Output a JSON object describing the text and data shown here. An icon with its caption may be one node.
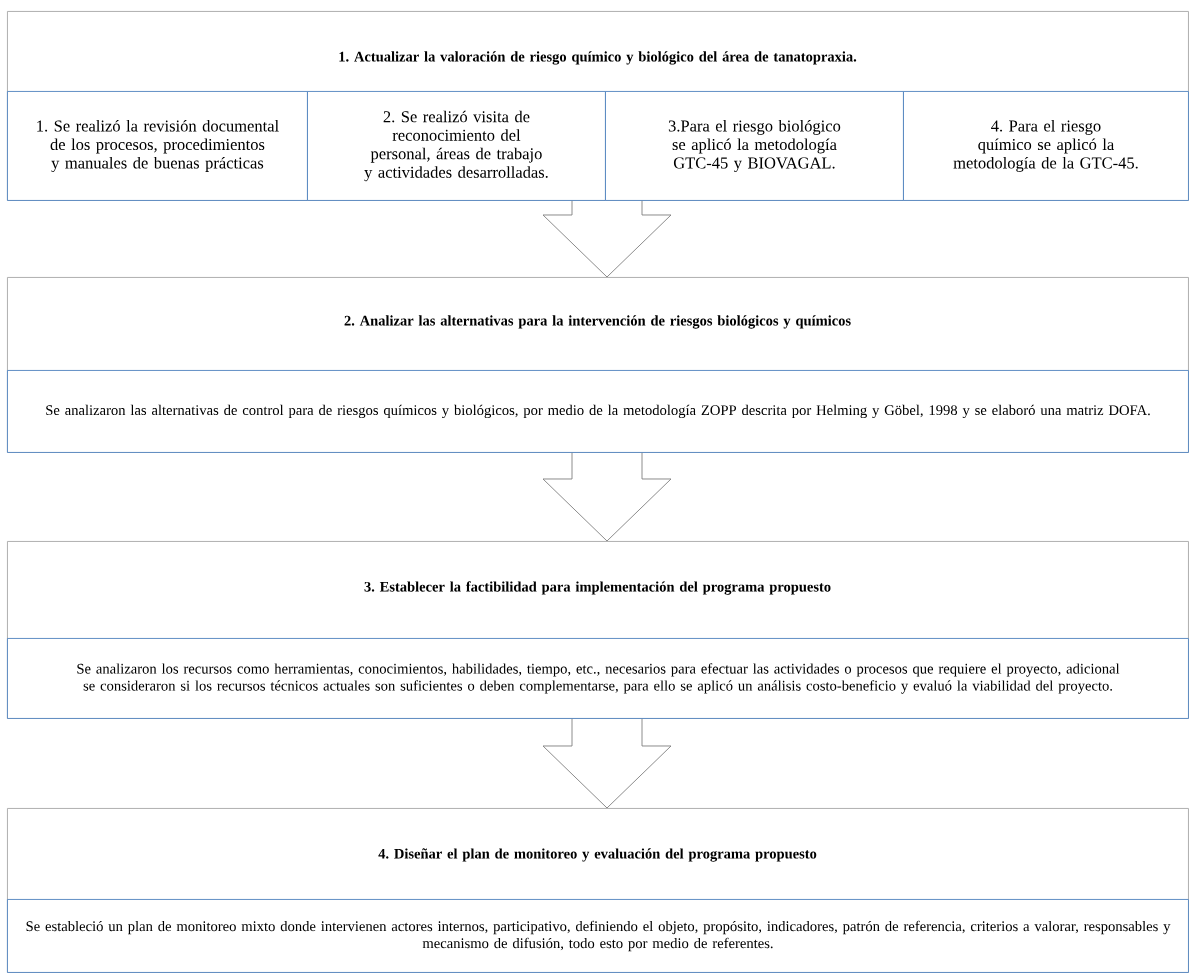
{
  "diagram": {
    "nodes": [
      {
        "text": [
          "1. Actualizar la valoración de riesgo químico y biológico del área de tanatopraxia."
        ]
      },
      {
        "text": [
          "1. Se realizó la revisión documental de los procesos, procedimientos y manuales de buenas prácticas"
        ],
        "in": 0
      },
      {
        "text": [
          "2. Se realizó visita de reconocimiento del personal, áreas de trabajo y actividades desarrolladas."
        ],
        "in": 0
      },
      {
        "text": [
          "3.Para el riesgo biológico se aplicó la metodología GTC-45 y BIOVAGAL."
        ],
        "in": 0
      },
      {
        "text": [
          "4. Para el riesgo químico se aplicó la metodología de la GTC-45."
        ],
        "in": 0
      },
      {
        "text": [
          "2. Analizar las alternativas para la intervención de riesgos biológicos y químicos"
        ]
      },
      {
        "text": [
          "Se analizaron las alternativas de control para de riesgos químicos y biológicos, por medio de la metodología ZOPP descrita por Helming y Göbel, 1998 y se elaboró una matriz DOFA."
        ],
        "in": 5
      },
      {
        "text": [
          "3. Establecer la factibilidad para implementación del programa propuesto"
        ]
      },
      {
        "text": [
          "Se analizaron los recursos como herramientas, conocimientos, habilidades, tiempo, etc., necesarios para efectuar las actividades o procesos que requiere el proyecto, adicional se consideraron si los recursos técnicos actuales son suficientes o deben complementarse, para ello se aplicó un análisis costo-beneficio y evaluó la viabilidad del proyecto."
        ],
        "in": 7
      },
      {
        "text": [
          "4. Diseñar el plan de monitoreo y evaluación del programa propuesto"
        ]
      },
      {
        "text": [
          "Se estableció un plan de monitoreo mixto donde intervienen actores internos, participativo, definiendo el objeto, propósito, indicadores, patrón de referencia, criterios a valorar, responsables y mecanismo de difusión, todo esto por medio de referentes."
        ],
        "in": 9
      }
    ],
    "edges": [
      {
        "from": 0,
        "to": 5,
        "arrow": "to"
      },
      {
        "from": 5,
        "to": 7,
        "arrow": "to"
      },
      {
        "from": 7,
        "to": 9,
        "arrow": "to"
      }
    ]
  }
}
